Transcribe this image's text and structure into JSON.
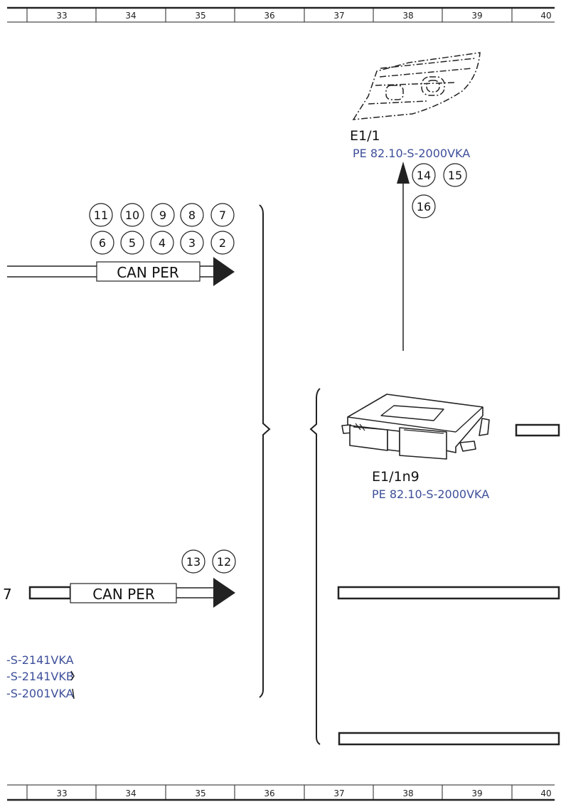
{
  "ruler": {
    "columns": [
      "33",
      "34",
      "35",
      "36",
      "37",
      "38",
      "39",
      "40"
    ]
  },
  "component_e1_1": {
    "id": "E1/1",
    "ref": "PE 82.10-S-2000VKA"
  },
  "component_e1_1n9": {
    "id": "E1/1n9",
    "ref": "PE 82.10-S-2000VKA"
  },
  "bus_top": {
    "label": "CAN PER",
    "connectors_row1": [
      "11",
      "10",
      "9",
      "8",
      "7"
    ],
    "connectors_row2": [
      "6",
      "5",
      "4",
      "3",
      "2"
    ]
  },
  "bus_bottom": {
    "label": "CAN PER",
    "connectors": [
      "13",
      "12"
    ]
  },
  "upper_arrow": {
    "connectors_row1": [
      "14",
      "15"
    ],
    "connectors_row2": [
      "16"
    ]
  },
  "left_refs": [
    "-S-2141VKA",
    "-S-2141VKB",
    "-S-2001VKA"
  ],
  "edge_fragment": "7"
}
